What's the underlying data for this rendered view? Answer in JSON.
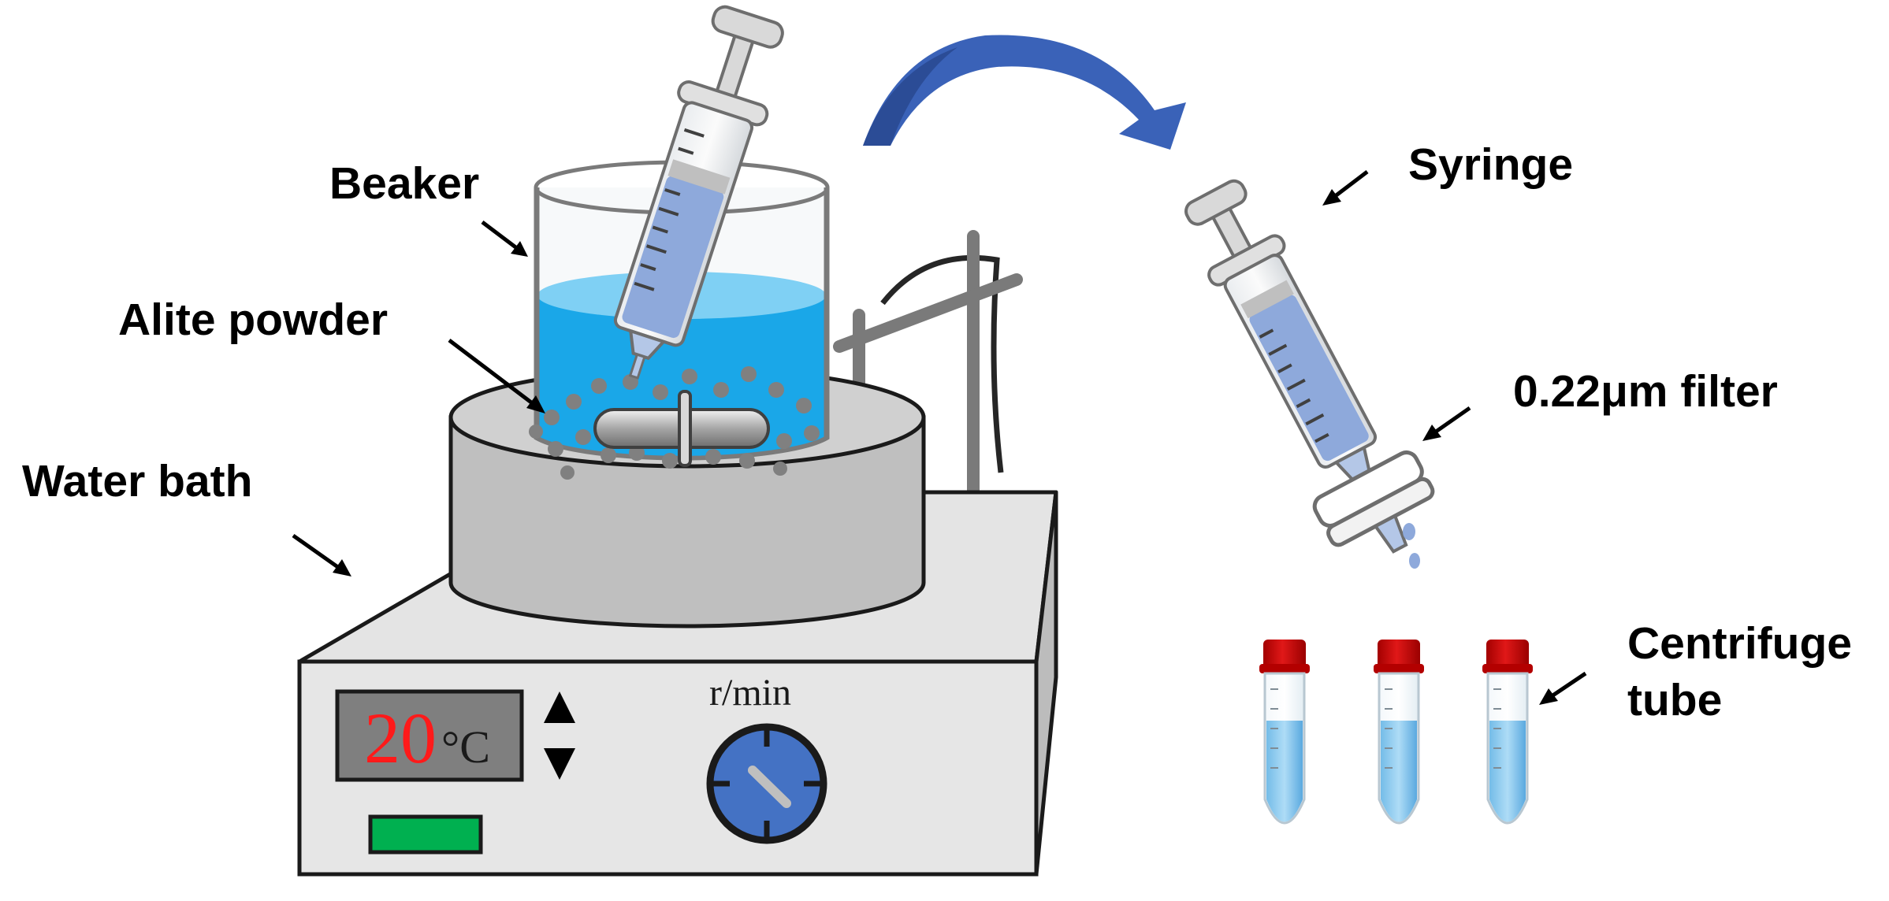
{
  "labels": {
    "beaker": "Beaker",
    "alite_powder": "Alite powder",
    "water_bath": "Water bath",
    "syringe": "Syringe",
    "filter": "0.22μm filter",
    "centrifuge_line1": "Centrifuge",
    "centrifuge_line2": "tube"
  },
  "device": {
    "temperature_value": "20",
    "temperature_unit": "°C",
    "speed_unit": "r/min"
  },
  "colors": {
    "water": "#1aa7e8",
    "water_light": "#7fd0f4",
    "device_face": "#e6e6e6",
    "bath_gray": "#bfbfbf",
    "display_bg": "#7f7f7f",
    "display_digits": "#ff1a1a",
    "indicator_green": "#00b050",
    "knob_blue": "#4472c4",
    "arrow_blue": "#3a62b8",
    "tube_cap": "#c00000",
    "syringe_liquid": "#8ea9db"
  },
  "icons": {
    "up_arrow": "up-triangle-icon",
    "down_arrow": "down-triangle-icon",
    "knob": "speed-knob-icon",
    "transfer_arrow": "curved-arrow-icon"
  }
}
